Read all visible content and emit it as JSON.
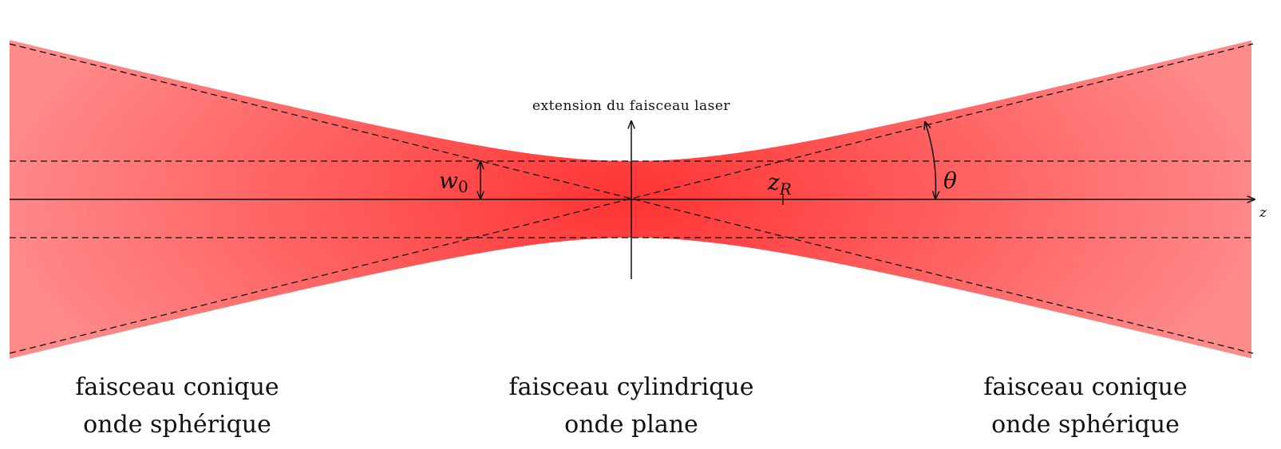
{
  "axis": {
    "y_title": "extension du faisceau laser",
    "z_label": "z"
  },
  "symbols": {
    "waist": "w",
    "waist_sub": "0",
    "rayleigh": "z",
    "rayleigh_sub": "R",
    "angle": "θ"
  },
  "captions": {
    "left": {
      "line1": "faisceau conique",
      "line2": "onde sphérique"
    },
    "center": {
      "line1": "faisceau cylindrique",
      "line2": "onde plane"
    },
    "right": {
      "line1": "faisceau conique",
      "line2": "onde sphérique"
    }
  },
  "colors": {
    "beam_center": "#ff3333",
    "beam_edge": "#ff8a8a",
    "lines": "#111111"
  }
}
